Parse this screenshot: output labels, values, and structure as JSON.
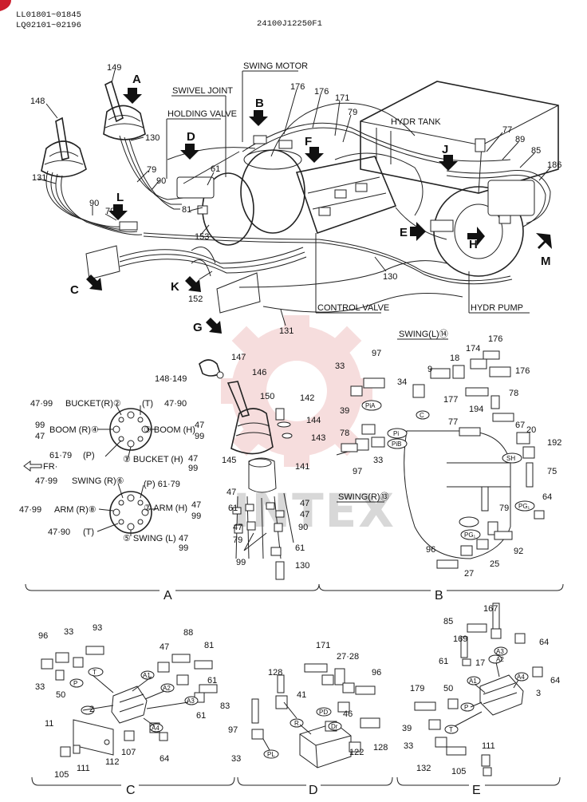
{
  "header": {
    "serial_line1": "LL01801~01845",
    "serial_line2": "LQ02101~02196",
    "drawing_no": "24100J12250F1"
  },
  "watermark": {
    "text": "INTEX",
    "color": "#e8a0a0"
  },
  "components": {
    "swing_motor": "SWING MOTOR",
    "swivel_joint": "SWIVEL JOINT",
    "holding_valve": "HOLDING VALVE",
    "hydr_tank": "HYDR TANK",
    "control_valve": "CONTROL VALVE",
    "hydr_pump": "HYDR PUMP"
  },
  "views": [
    "A",
    "B",
    "C",
    "D",
    "E",
    "F",
    "G",
    "H",
    "J",
    "K",
    "L",
    "M"
  ],
  "sections": {
    "a": "A",
    "b": "B",
    "c": "C",
    "d": "D",
    "e": "E"
  },
  "pattern_left": {
    "bucket_r": "BUCKET(R)②",
    "t": "(T)",
    "boom_r": "BOOM (R)④",
    "boom_h": "③ BOOM (H)",
    "p": "(P)",
    "bucket_h": "① BUCKET (H)",
    "fr": "FR·",
    "swing_r": "SWING (R)⑥",
    "p2": "(P) 61·79",
    "arm_r": "ARM (R)⑧",
    "arm_h": "⑦ ARM (H)",
    "t2": "(T)",
    "swing_l": "⑤ SWING (L)",
    "n1": "47·99",
    "n2": "47·90",
    "n3": "99",
    "n4": "47",
    "n5": "47",
    "n6": "99",
    "n7": "61·79",
    "n8": "47",
    "n9": "99",
    "n10": "47·99",
    "n11": "47·99",
    "n12": "47",
    "n13": "99",
    "n14": "47·90",
    "n15": "47",
    "n16": "99"
  },
  "ports": {
    "swing_l": "SWING(L)⑭",
    "swing_r": "SWING(R)⑬",
    "pia": "PiA",
    "pi": "Pi",
    "pib": "PiB",
    "c": "C",
    "sh": "SH",
    "pg1": "PG₁",
    "pg1b": "PG₁",
    "t": "T",
    "p": "P",
    "a1": "A1",
    "a2": "A2",
    "a3": "A3",
    "a4": "A4",
    "pd": "PD",
    "dr": "Dr",
    "r": "R",
    "pl": "PL",
    "e_a1": "A1",
    "e_a2": "A2",
    "e_a3": "A3",
    "e_a4": "A4",
    "e_p": "P",
    "e_t": "T"
  },
  "callouts": {
    "top": [
      "149",
      "148",
      "130",
      "79",
      "90",
      "131",
      "90",
      "79",
      "81",
      "61",
      "153",
      "152",
      "176",
      "176",
      "171",
      "79",
      "77",
      "89",
      "85",
      "186",
      "130",
      "131"
    ],
    "mid_a": [
      "147",
      "148·149",
      "146",
      "150",
      "142",
      "144",
      "143",
      "145",
      "141",
      "47",
      "61",
      "47",
      "47",
      "79",
      "47",
      "90",
      "61",
      "99",
      "130"
    ],
    "mid_b": [
      "97",
      "33",
      "39",
      "78",
      "97",
      "33",
      "9",
      "34",
      "18",
      "174",
      "176",
      "176",
      "177",
      "78",
      "194",
      "77",
      "67",
      "20",
      "192",
      "75",
      "64",
      "79",
      "92",
      "96",
      "27",
      "25"
    ],
    "sec_c": [
      "96",
      "33",
      "93",
      "33",
      "50",
      "2",
      "11",
      "105",
      "111",
      "112",
      "107",
      "64",
      "47",
      "88",
      "81",
      "61",
      "83",
      "61"
    ],
    "sec_d": [
      "171",
      "27·28",
      "128",
      "96",
      "41",
      "97",
      "46",
      "33",
      "122",
      "128"
    ],
    "sec_e": [
      "167",
      "85",
      "64",
      "169",
      "61",
      "17",
      "64",
      "179",
      "50",
      "3",
      "39",
      "33",
      "111",
      "132",
      "105"
    ]
  }
}
